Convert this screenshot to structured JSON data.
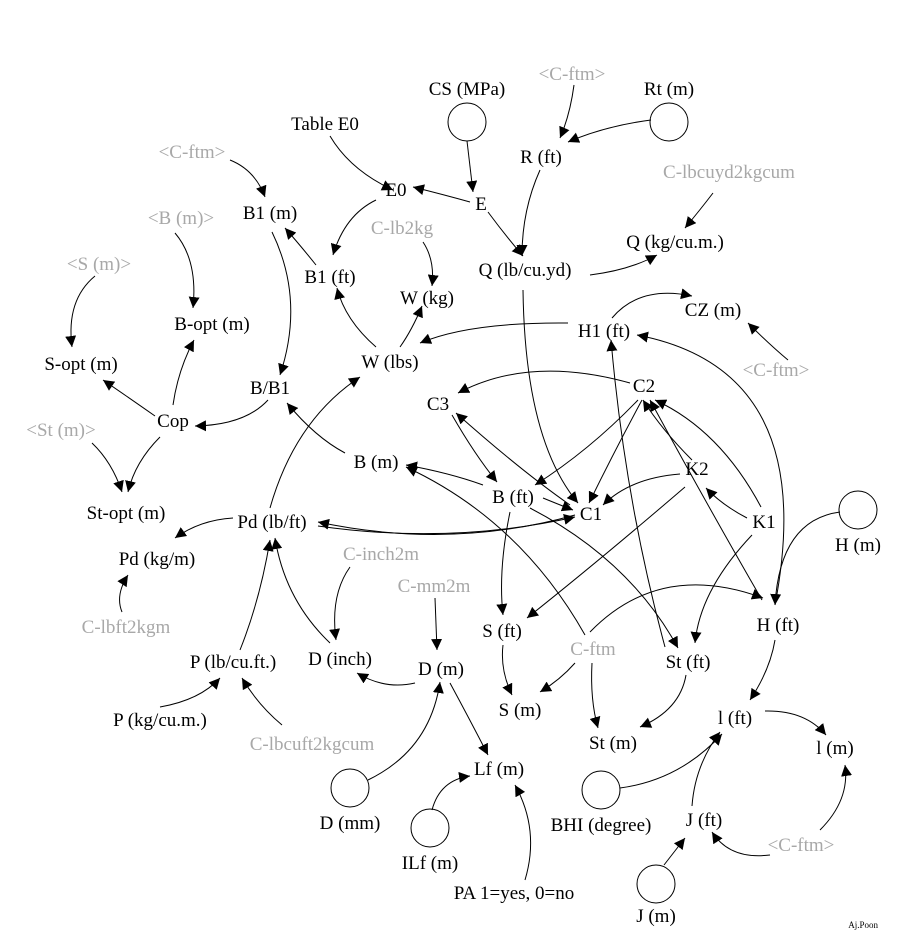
{
  "signature": "Aj.Poon",
  "nodes": [
    {
      "id": "table_e0",
      "label": "Table E0",
      "shadow": false
    },
    {
      "id": "cs_mpa",
      "label": "CS (MPa)",
      "shadow": false
    },
    {
      "id": "c_ftm_top",
      "label": "<C-ftm>",
      "shadow": true
    },
    {
      "id": "rt_m",
      "label": "Rt (m)",
      "shadow": false
    },
    {
      "id": "r_ft",
      "label": "R (ft)",
      "shadow": false
    },
    {
      "id": "c_ftm_b1",
      "label": "<C-ftm>",
      "shadow": true
    },
    {
      "id": "c_lbcuyd2kgcum",
      "label": "C-lbcuyd2kgcum",
      "shadow": true
    },
    {
      "id": "e0",
      "label": "E0",
      "shadow": false
    },
    {
      "id": "e",
      "label": "E",
      "shadow": false
    },
    {
      "id": "b1_m",
      "label": "B1 (m)",
      "shadow": false
    },
    {
      "id": "b_m_shadow",
      "label": "<B (m)>",
      "shadow": true
    },
    {
      "id": "c_lb2kg",
      "label": "C-lb2kg",
      "shadow": true
    },
    {
      "id": "q_kgcum",
      "label": "Q (kg/cu.m.)",
      "shadow": false
    },
    {
      "id": "s_m_shadow",
      "label": "<S (m)>",
      "shadow": true
    },
    {
      "id": "b1_ft",
      "label": "B1 (ft)",
      "shadow": false
    },
    {
      "id": "q_lbcuyd",
      "label": "Q (lb/cu.yd)",
      "shadow": false
    },
    {
      "id": "w_kg",
      "label": "W (kg)",
      "shadow": false
    },
    {
      "id": "cz_m",
      "label": "CZ (m)",
      "shadow": false
    },
    {
      "id": "b_opt_m",
      "label": "B-opt (m)",
      "shadow": false
    },
    {
      "id": "h1_ft",
      "label": "H1 (ft)",
      "shadow": false
    },
    {
      "id": "s_opt_m",
      "label": "S-opt (m)",
      "shadow": false
    },
    {
      "id": "w_lbs",
      "label": "W (lbs)",
      "shadow": false
    },
    {
      "id": "c_ftm_cz",
      "label": "<C-ftm>",
      "shadow": true
    },
    {
      "id": "b_b1",
      "label": "B/B1",
      "shadow": false
    },
    {
      "id": "c2",
      "label": "C2",
      "shadow": false
    },
    {
      "id": "c3",
      "label": "C3",
      "shadow": false
    },
    {
      "id": "cop",
      "label": "Cop",
      "shadow": false
    },
    {
      "id": "st_m_shadow",
      "label": "<St (m)>",
      "shadow": true
    },
    {
      "id": "b_m",
      "label": "B (m)",
      "shadow": false
    },
    {
      "id": "k2",
      "label": "K2",
      "shadow": false
    },
    {
      "id": "b_ft",
      "label": "B (ft)",
      "shadow": false
    },
    {
      "id": "st_opt_m",
      "label": "St-opt (m)",
      "shadow": false
    },
    {
      "id": "c1",
      "label": "C1",
      "shadow": false
    },
    {
      "id": "k1",
      "label": "K1",
      "shadow": false
    },
    {
      "id": "pd_lbft",
      "label": "Pd (lb/ft)",
      "shadow": false
    },
    {
      "id": "h_m",
      "label": "H (m)",
      "shadow": false
    },
    {
      "id": "c_inch2m",
      "label": "C-inch2m",
      "shadow": true
    },
    {
      "id": "pd_kgm",
      "label": "Pd (kg/m)",
      "shadow": false
    },
    {
      "id": "c_mm2m",
      "label": "C-mm2m",
      "shadow": true
    },
    {
      "id": "h_ft",
      "label": "H (ft)",
      "shadow": false
    },
    {
      "id": "s_ft",
      "label": "S (ft)",
      "shadow": false
    },
    {
      "id": "c_lbft2kgm",
      "label": "C-lbft2kgm",
      "shadow": true
    },
    {
      "id": "c_ftm_mid",
      "label": "C-ftm",
      "shadow": true
    },
    {
      "id": "d_inch",
      "label": "D (inch)",
      "shadow": false
    },
    {
      "id": "p_lbcuft",
      "label": "P (lb/cu.ft.)",
      "shadow": false
    },
    {
      "id": "st_ft",
      "label": "St (ft)",
      "shadow": false
    },
    {
      "id": "d_m",
      "label": "D (m)",
      "shadow": false
    },
    {
      "id": "s_m",
      "label": "S (m)",
      "shadow": false
    },
    {
      "id": "l_ft",
      "label": "l (ft)",
      "shadow": false
    },
    {
      "id": "p_kgcum",
      "label": "P (kg/cu.m.)",
      "shadow": false
    },
    {
      "id": "c_lbcuft2kgcum",
      "label": "C-lbcuft2kgcum",
      "shadow": true
    },
    {
      "id": "st_m",
      "label": "St (m)",
      "shadow": false
    },
    {
      "id": "l_m",
      "label": "l (m)",
      "shadow": false
    },
    {
      "id": "lf_m",
      "label": "Lf (m)",
      "shadow": false
    },
    {
      "id": "d_mm",
      "label": "D (mm)",
      "shadow": false
    },
    {
      "id": "bhi_degree",
      "label": "BHI (degree)",
      "shadow": false
    },
    {
      "id": "j_ft",
      "label": "J (ft)",
      "shadow": false
    },
    {
      "id": "c_ftm_bottom",
      "label": "<C-ftm>",
      "shadow": true
    },
    {
      "id": "ilf_m",
      "label": "ILf (m)",
      "shadow": false
    },
    {
      "id": "pa",
      "label": "PA 1=yes, 0=no",
      "shadow": false
    },
    {
      "id": "j_m",
      "label": "J (m)",
      "shadow": false
    }
  ]
}
